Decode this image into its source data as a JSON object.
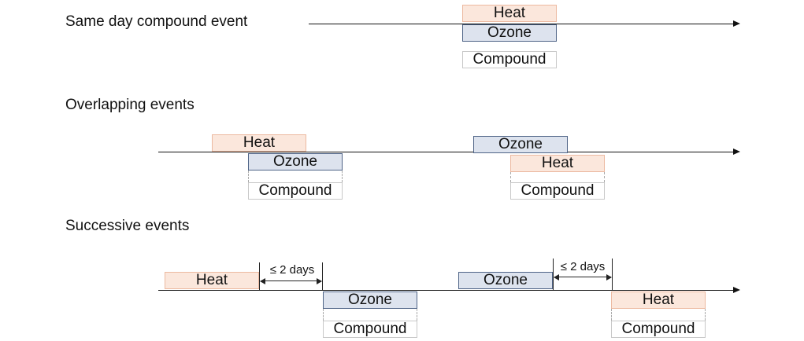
{
  "sections": {
    "same_day": {
      "title": "Same day compound event",
      "heat": "Heat",
      "ozone": "Ozone",
      "compound": "Compound"
    },
    "overlapping": {
      "title": "Overlapping events",
      "left": {
        "heat": "Heat",
        "ozone": "Ozone",
        "compound": "Compound"
      },
      "right": {
        "ozone": "Ozone",
        "heat": "Heat",
        "compound": "Compound"
      }
    },
    "successive": {
      "title": "Successive events",
      "left": {
        "heat": "Heat",
        "gap": "≤ 2 days",
        "ozone": "Ozone",
        "compound": "Compound"
      },
      "right": {
        "ozone": "Ozone",
        "gap": "≤ 2 days",
        "heat": "Heat",
        "compound": "Compound"
      }
    }
  },
  "colors": {
    "heat_fill": "#fbe7dc",
    "heat_border": "#ecb9a0",
    "ozone_fill": "#dde3ee",
    "ozone_border": "#4f6487",
    "compound_border": "#c8c8c8",
    "axis": "#111111"
  }
}
